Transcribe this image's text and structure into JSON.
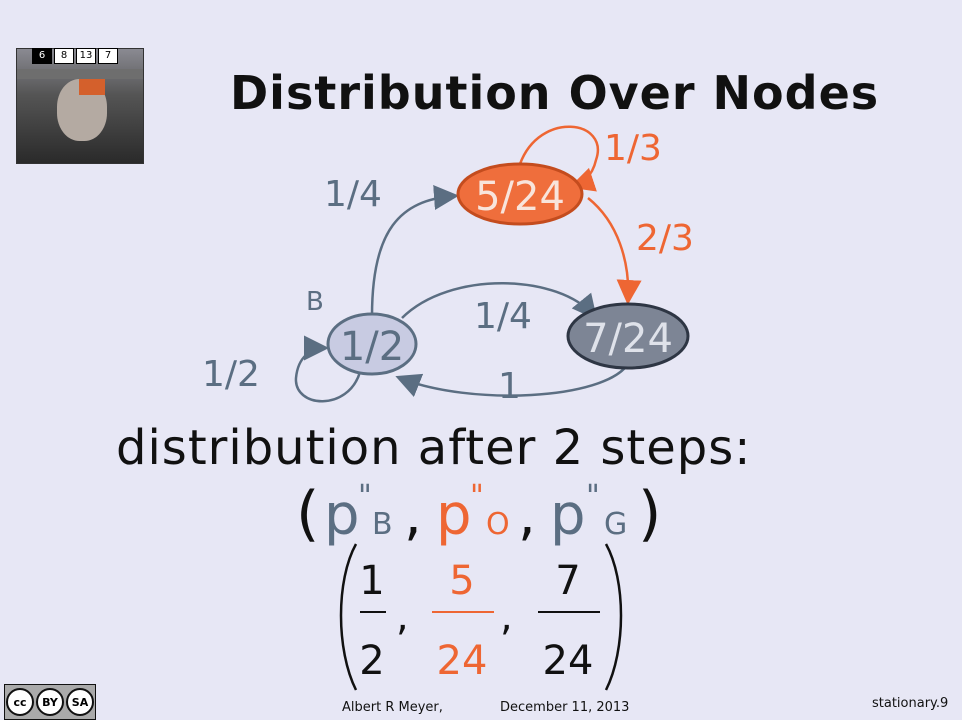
{
  "slide": {
    "title": "Distribution Over Nodes",
    "counter": [
      "6",
      "8",
      "13",
      "7"
    ],
    "subtitle": "distribution after 2 steps:",
    "colors": {
      "blue": "#5b6e82",
      "orange": "#ee6633",
      "black": "#111111",
      "node_fill_blue": "#c8cbe2",
      "node_fill_orange": "#ef6e3c",
      "node_fill_gray": "#7d8595"
    }
  },
  "graph": {
    "nodes": {
      "B": {
        "value": "1/2",
        "label": "B"
      },
      "O": {
        "value": "5/24"
      },
      "G": {
        "value": "7/24"
      }
    },
    "edges": {
      "B_to_O": "1/4",
      "O_self": "1/3",
      "O_to_G": "2/3",
      "B_to_G": "1/4",
      "G_to_B": "1",
      "B_self": "1/2"
    }
  },
  "vector": {
    "p": "p",
    "prime": "\"",
    "subs": [
      "B",
      "O",
      "G"
    ],
    "fractions": [
      {
        "num": "1",
        "den": "2"
      },
      {
        "num": "5",
        "den": "24"
      },
      {
        "num": "7",
        "den": "24"
      }
    ]
  },
  "footer": {
    "author": "Albert R Meyer,",
    "date": "December 11, 2013",
    "slide_id": "stationary.9",
    "license": {
      "cc": "cc",
      "by": "BY",
      "sa": "SA"
    }
  }
}
